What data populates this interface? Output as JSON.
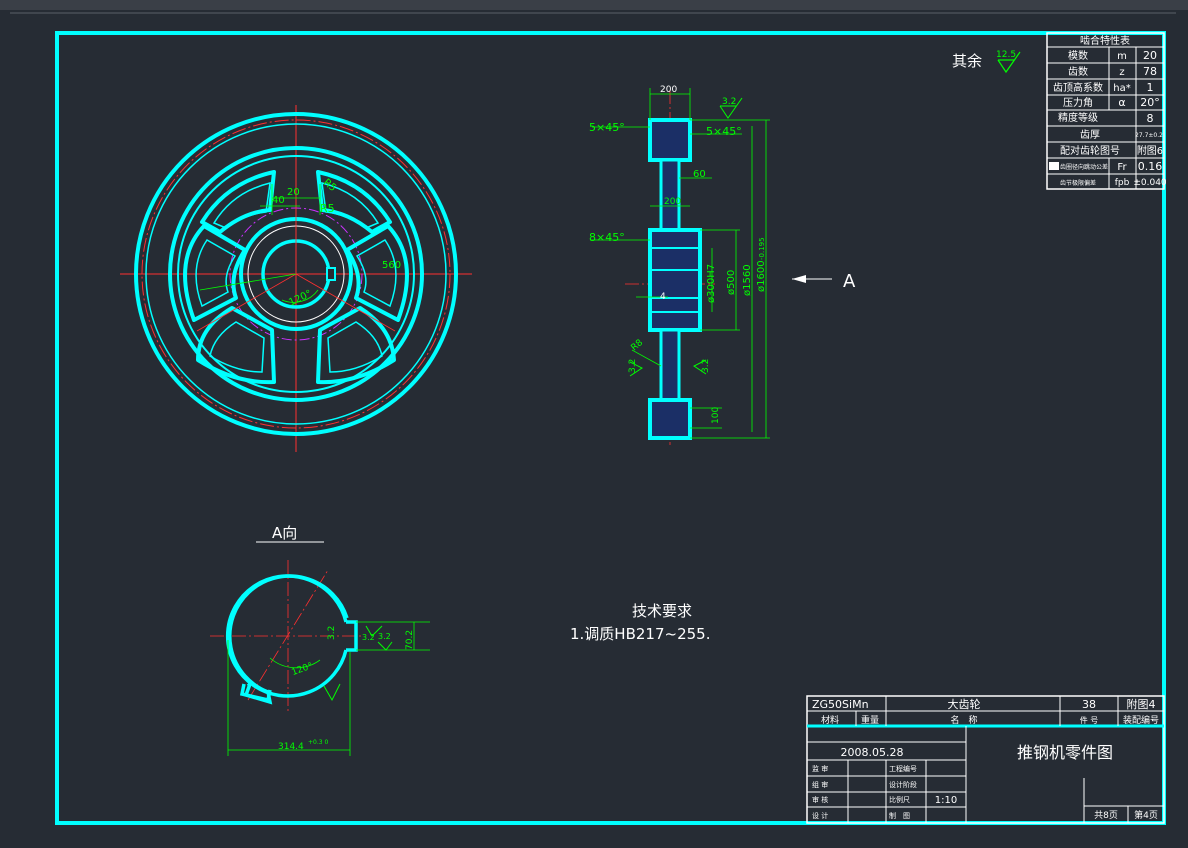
{
  "surface_finish": {
    "label": "其余",
    "value": "12.5"
  },
  "meshing_table": {
    "title": "啮合特性表",
    "rows": [
      {
        "name": "模数",
        "symbol": "m",
        "value": "20"
      },
      {
        "name": "齿数",
        "symbol": "z",
        "value": "78"
      },
      {
        "name": "齿顶高系数",
        "symbol": "ha*",
        "value": "1"
      },
      {
        "name": "压力角",
        "symbol": "α",
        "value": "20°"
      },
      {
        "name": "精度等级",
        "symbol": "",
        "value": "8"
      },
      {
        "name": "齿厚",
        "symbol": "",
        "value": "27.7±0.2"
      },
      {
        "name": "配对齿轮图号",
        "symbol": "",
        "value": "附图6"
      },
      {
        "name": "齿圈径向跳动公差",
        "symbol": "Fr",
        "value": "0.16"
      },
      {
        "name": "齿节极限偏差",
        "symbol": "fpb",
        "value": "±0.040"
      }
    ]
  },
  "front_view": {
    "dims": {
      "d40": "40",
      "d20": "20",
      "r5": "R5",
      "r5b": "R5",
      "d560": "560",
      "angle": "120°"
    }
  },
  "section_view": {
    "chamfer_top": "5×45°",
    "chamfer_top_right": "5×45°",
    "chamfer_mid": "8×45°",
    "width_top": "200",
    "width_hub": "200",
    "d60": "60",
    "d4": "4",
    "d_bore": "ø300H7",
    "d_hub": "ø500",
    "d_rim": "ø1560",
    "d_tip": "ø1600",
    "d_tip_tol": "-0.195",
    "d100": "100",
    "r8": "R8",
    "finish_top": "3.2",
    "finish_left": "3.2",
    "finish_right": "3.2"
  },
  "arrow_label": "A",
  "view_a": {
    "title": "A向",
    "dims": {
      "w70": "70.2",
      "f32": "3.2",
      "f32b": "3.2",
      "ang": "120°",
      "f32c": "3.2",
      "d314": "314.4",
      "d314_tol": "+0.3\n0"
    }
  },
  "tech_req": {
    "title": "技术要求",
    "item1": "1.调质HB217~255."
  },
  "title_block": {
    "material": "ZG50SiMn",
    "part_name": "大齿轮",
    "quantity": "38",
    "ref": "附图4",
    "h_material": "材料",
    "h_weight": "重量",
    "h_name": "名　称",
    "h_piece": "件 号",
    "h_assy": "装配编号",
    "date": "2008.05.28",
    "drawing_title": "推钢机零件图",
    "roles": [
      "监 审",
      "组 审",
      "审 核",
      "设 计"
    ],
    "fields": [
      "工程编号",
      "设计阶段",
      "比例尺",
      "制　图"
    ],
    "scale": "1:10",
    "sheets_total": "共8页",
    "sheet_no": "第4页"
  }
}
